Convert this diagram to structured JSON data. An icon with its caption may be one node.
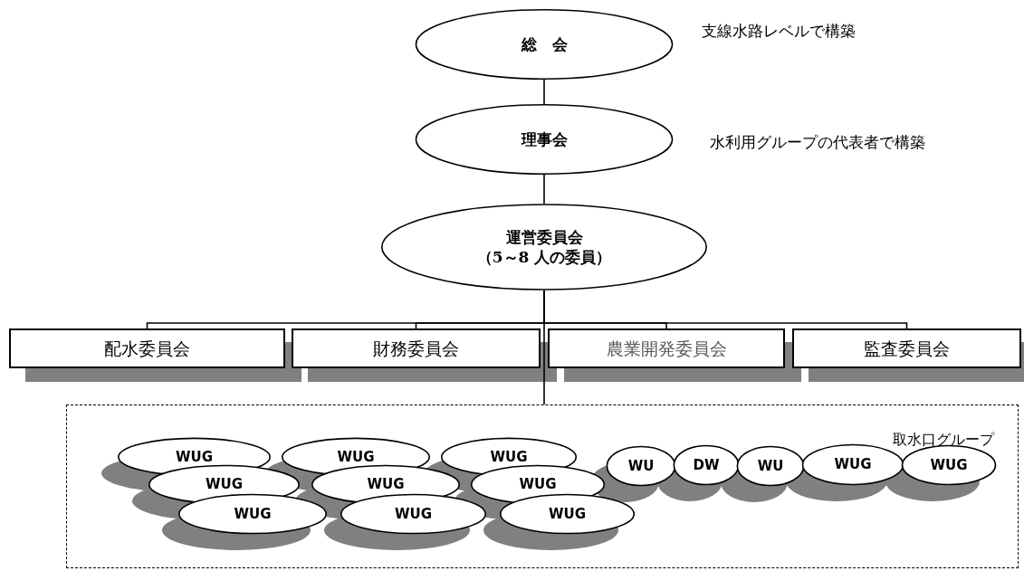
{
  "diagram": {
    "nodes": [
      {
        "text": [
          "総　会"
        ],
        "beside": [
          "支線水路レベルで構築"
        ]
      },
      {
        "text": [
          "理事会"
        ],
        "beside": [
          "水利用グループの代表者で構築"
        ]
      },
      {
        "text": [
          "運営委員会",
          "（5～8 人の委員）"
        ]
      },
      {
        "text": [
          "配水委員会"
        ]
      },
      {
        "text": [
          "財務委員会"
        ]
      },
      {
        "text": [
          "農業開発委員会"
        ]
      },
      {
        "text": [
          "監査委員会"
        ]
      },
      {
        "text": [
          "取水口グループ"
        ]
      },
      {
        "text": [
          "WUG"
        ],
        "in": 7
      },
      {
        "text": [
          "WUG"
        ],
        "in": 7
      },
      {
        "text": [
          "WUG"
        ],
        "in": 7
      },
      {
        "text": [
          "WUG"
        ],
        "in": 7
      },
      {
        "text": [
          "WUG"
        ],
        "in": 7
      },
      {
        "text": [
          "WUG"
        ],
        "in": 7
      },
      {
        "text": [
          "WUG"
        ],
        "in": 7
      },
      {
        "text": [
          "WUG"
        ],
        "in": 7
      },
      {
        "text": [
          "WUG"
        ],
        "in": 7
      },
      {
        "text": [
          "WU"
        ],
        "in": 7
      },
      {
        "text": [
          "DW"
        ],
        "in": 7
      },
      {
        "text": [
          "WU"
        ],
        "in": 7
      },
      {
        "text": [
          "WUG"
        ],
        "in": 7
      },
      {
        "text": [
          "WUG"
        ],
        "in": 7
      }
    ],
    "edges": [
      {
        "from": 0,
        "to": 1,
        "arrow": "none"
      },
      {
        "from": 1,
        "to": 2,
        "arrow": "none"
      },
      {
        "from": 2,
        "to": 3,
        "arrow": "none"
      },
      {
        "from": 2,
        "to": 4,
        "arrow": "none"
      },
      {
        "from": 2,
        "to": 5,
        "arrow": "none"
      },
      {
        "from": 2,
        "to": 6,
        "arrow": "none"
      },
      {
        "from": 2,
        "to": 7,
        "arrow": "none"
      }
    ]
  }
}
